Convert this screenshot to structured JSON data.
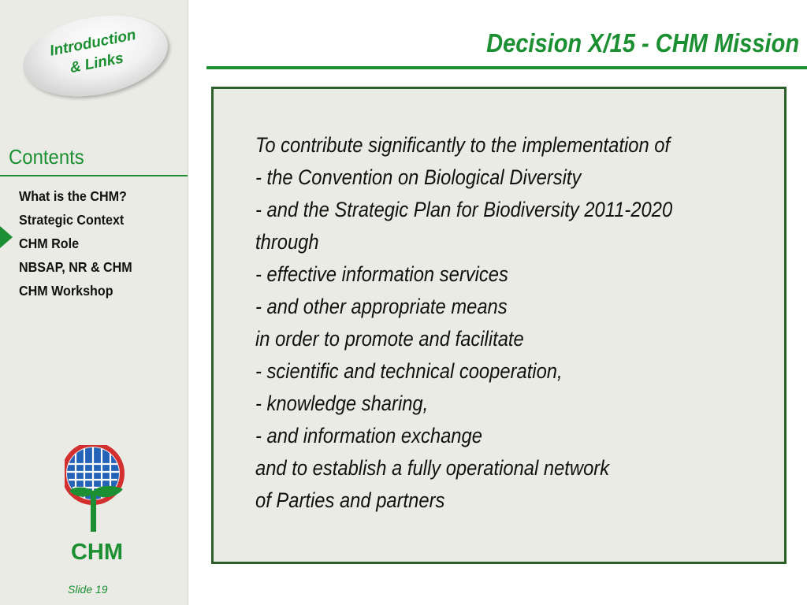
{
  "sidebar": {
    "intro_button": {
      "line1": "Introduction",
      "line2": "& Links"
    },
    "contents_heading": "Contents",
    "nav_items": [
      {
        "label": "What is the CHM?"
      },
      {
        "label": "Strategic Context"
      },
      {
        "label": "CHM Role",
        "active": true
      },
      {
        "label": "NBSAP, NR & CHM"
      },
      {
        "label": "CHM Workshop"
      }
    ],
    "logo_text": "CHM",
    "slide_label": "Slide 19"
  },
  "main": {
    "title": "Decision X/15 - CHM Mission",
    "lines": [
      "To contribute significantly to the implementation of",
      "- the Convention on Biological Diversity",
      "- and the Strategic Plan for Biodiversity 2011-2020",
      "through",
      "- effective information services",
      "- and other appropriate means",
      "in order to promote and facilitate",
      "- scientific and technical cooperation,",
      "- knowledge sharing,",
      "- and information exchange",
      "and to establish a fully operational network",
      "of Parties and partners"
    ]
  },
  "colors": {
    "accent_green": "#1c8f33",
    "box_border": "#2a5f2a",
    "panel_bg": "#ebebe6",
    "logo_blue": "#2563b8",
    "logo_red": "#d32f2f"
  },
  "icons": {
    "intro": "ellipse-button",
    "current_item": "triangle-arrow-right",
    "logo": "chm-globe-plant-logo"
  }
}
